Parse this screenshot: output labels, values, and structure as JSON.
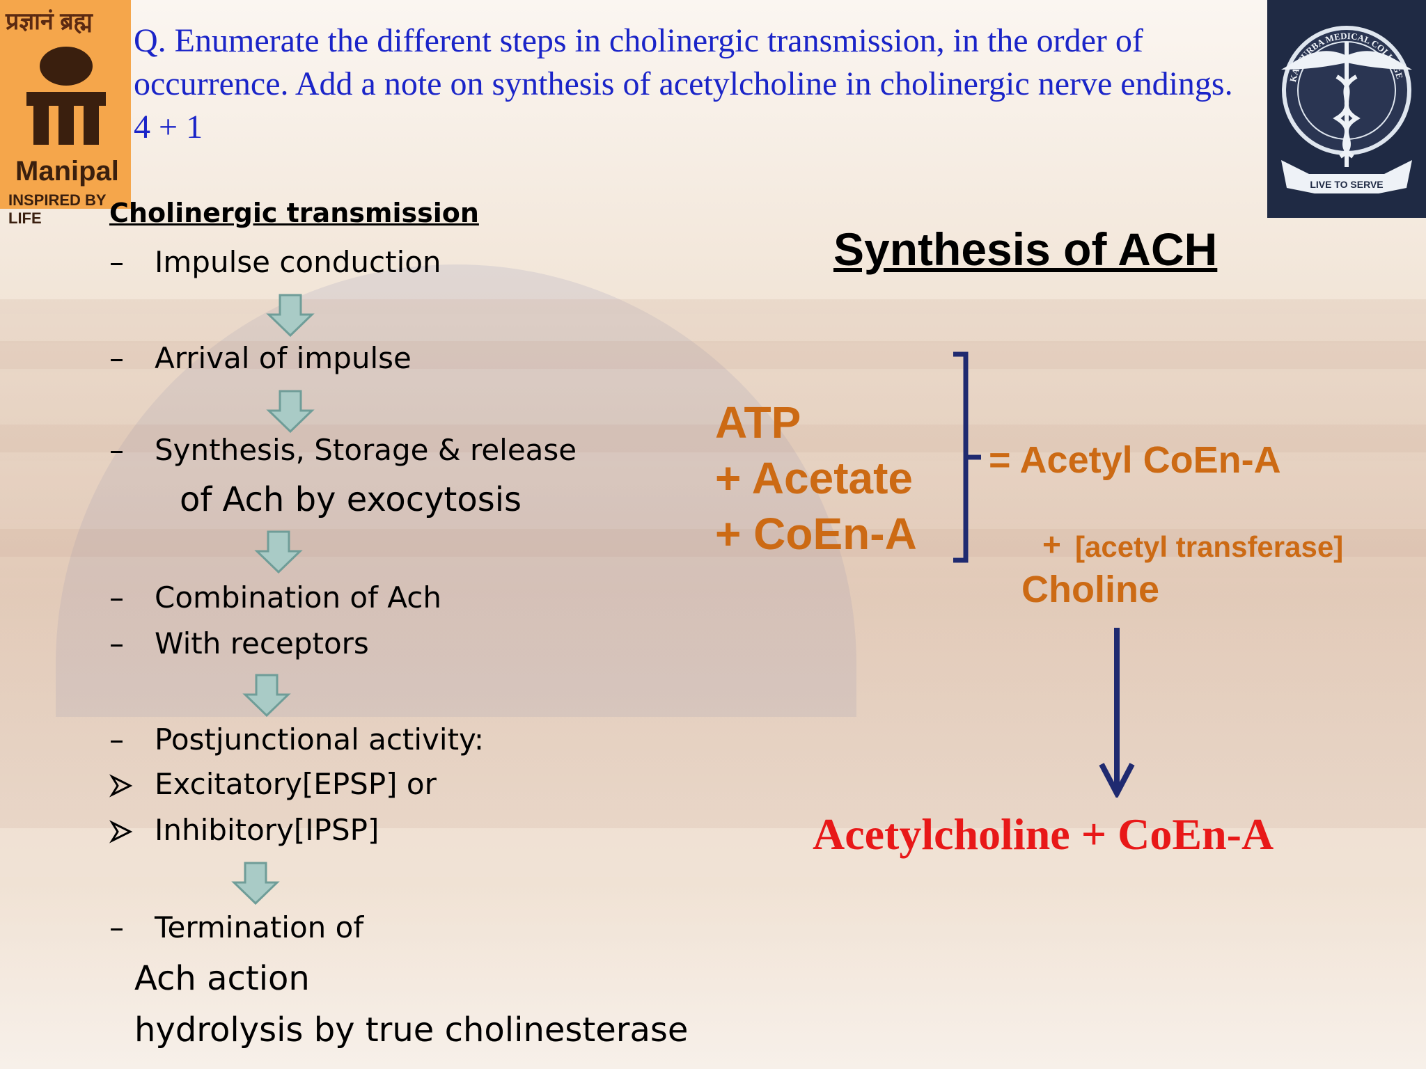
{
  "question": "Q. Enumerate the different steps in cholinergic transmission, in the order of occurrence. Add a note on synthesis of acetylcholine in cholinergic nerve endings.   4 + 1",
  "logo_left": {
    "top_text": "प्रज्ञानं ब्रह्म",
    "brand": "Manipal",
    "tagline": "INSPIRED BY LIFE"
  },
  "logo_right": {
    "arc_text": "KASTURBA MEDICAL COLLEGE",
    "ribbon_text": "LIVE TO SERVE"
  },
  "cholinergic": {
    "heading": "Cholinergic transmission",
    "dash": "–",
    "steps": [
      "Impulse conduction",
      "Arrival of impulse",
      "Synthesis, Storage & release",
      "of Ach by exocytosis",
      "Combination of Ach",
      "With receptors",
      "Postjunctional activity:",
      "Excitatory[EPSP] or",
      "Inhibitory[IPSP]",
      "Termination of",
      "Ach action",
      "hydrolysis by true cholinesterase"
    ]
  },
  "synthesis": {
    "title": "Synthesis of ACH",
    "reactants": [
      "ATP",
      "+ Acetate",
      "+ CoEn-A"
    ],
    "product1": "= Acetyl CoEn-A",
    "plus": "+",
    "enzyme": "[acetyl transferase]",
    "choline": "Choline",
    "final": "Acetylcholine + CoEn-A"
  },
  "colors": {
    "question": "#1a24c8",
    "orange": "#cc6a14",
    "final": "#e81818",
    "bracket": "#1f2a70",
    "arrow_fill": "#a9cbc6",
    "down_arrow": "#1f2a70"
  }
}
